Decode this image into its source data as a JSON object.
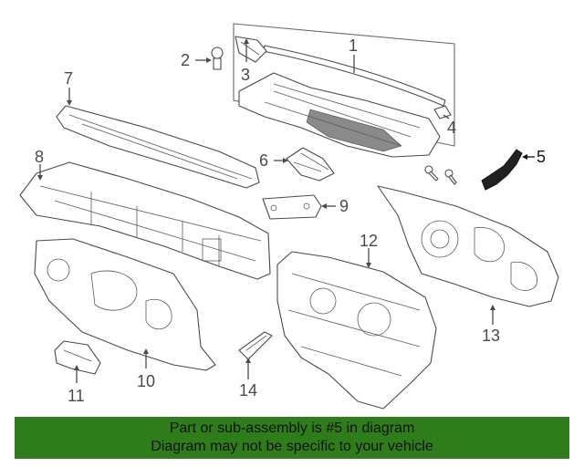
{
  "diagram": {
    "callouts": [
      "1",
      "2",
      "3",
      "4",
      "5",
      "6",
      "7",
      "8",
      "9",
      "10",
      "11",
      "12",
      "13",
      "14"
    ],
    "highlighted_part": "5"
  },
  "banner": {
    "line1": "Part or sub-assembly is #5 in diagram",
    "line2": "Diagram may not be specific to your vehicle",
    "background_color": "#2f7d1a"
  }
}
